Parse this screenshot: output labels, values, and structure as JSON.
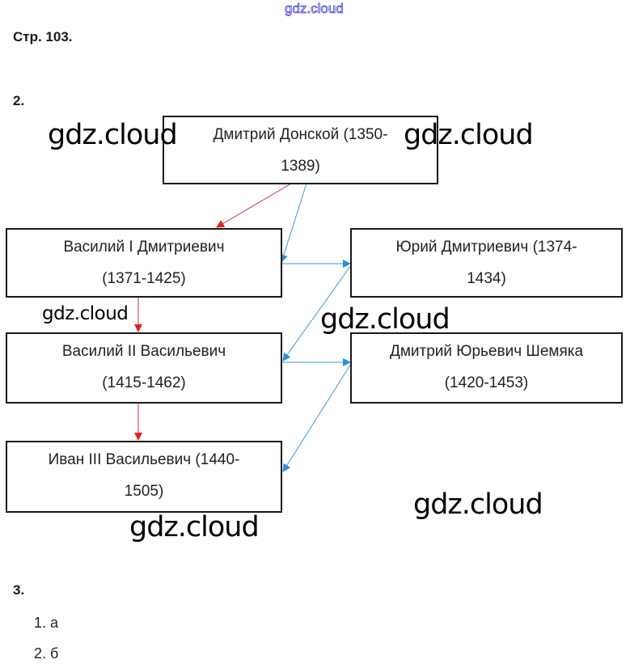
{
  "watermark_top": "gdz.cloud",
  "page_heading": "Стр. 103.",
  "task2": {
    "number": "2.",
    "boxes": {
      "dmitry_donskoy": {
        "line1": "Дмитрий Донской (1350-",
        "line2": "1389)"
      },
      "vasily_1": {
        "line1": "Василий I Дмитриевич",
        "line2": "(1371-1425)"
      },
      "yury": {
        "line1": "Юрий Дмитриевич (1374-",
        "line2": "1434)"
      },
      "vasily_2": {
        "line1": "Василий II Васильевич",
        "line2": "(1415-1462)"
      },
      "dmitry_shemyaka": {
        "line1": "Дмитрий Юрьевич Шемяка",
        "line2": "(1420-1453)"
      },
      "ivan_3": {
        "line1": "Иван III Васильевич (1440-",
        "line2": "1505)"
      }
    },
    "arrow_colors": {
      "succession": "#e02020",
      "conflict": "#2a8fd6"
    }
  },
  "task3": {
    "number": "3.",
    "answers": [
      "1. а",
      "2. б"
    ]
  },
  "watermarks": [
    "gdz.cloud",
    "gdz.cloud",
    "gdz.cloud",
    "gdz.cloud",
    "gdz.cloud",
    "gdz.cloud"
  ]
}
